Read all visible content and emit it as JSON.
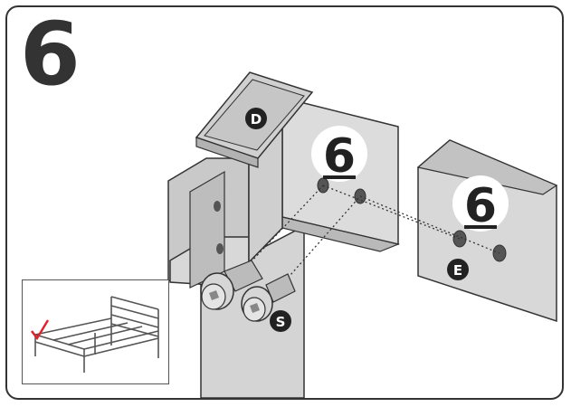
{
  "step_number": "6",
  "part_labels": {
    "top_plate": "D",
    "side_rail": "E",
    "bolts": "S"
  },
  "hole_labels": {
    "bracket": "6",
    "rail": "6"
  },
  "colors": {
    "metal_light": "#d9d9d9",
    "metal_mid": "#c4c4c4",
    "metal_dark": "#a9a9a9",
    "outline": "#333333",
    "marker_red": "#e0202a"
  },
  "inset_marker": "check-mark"
}
